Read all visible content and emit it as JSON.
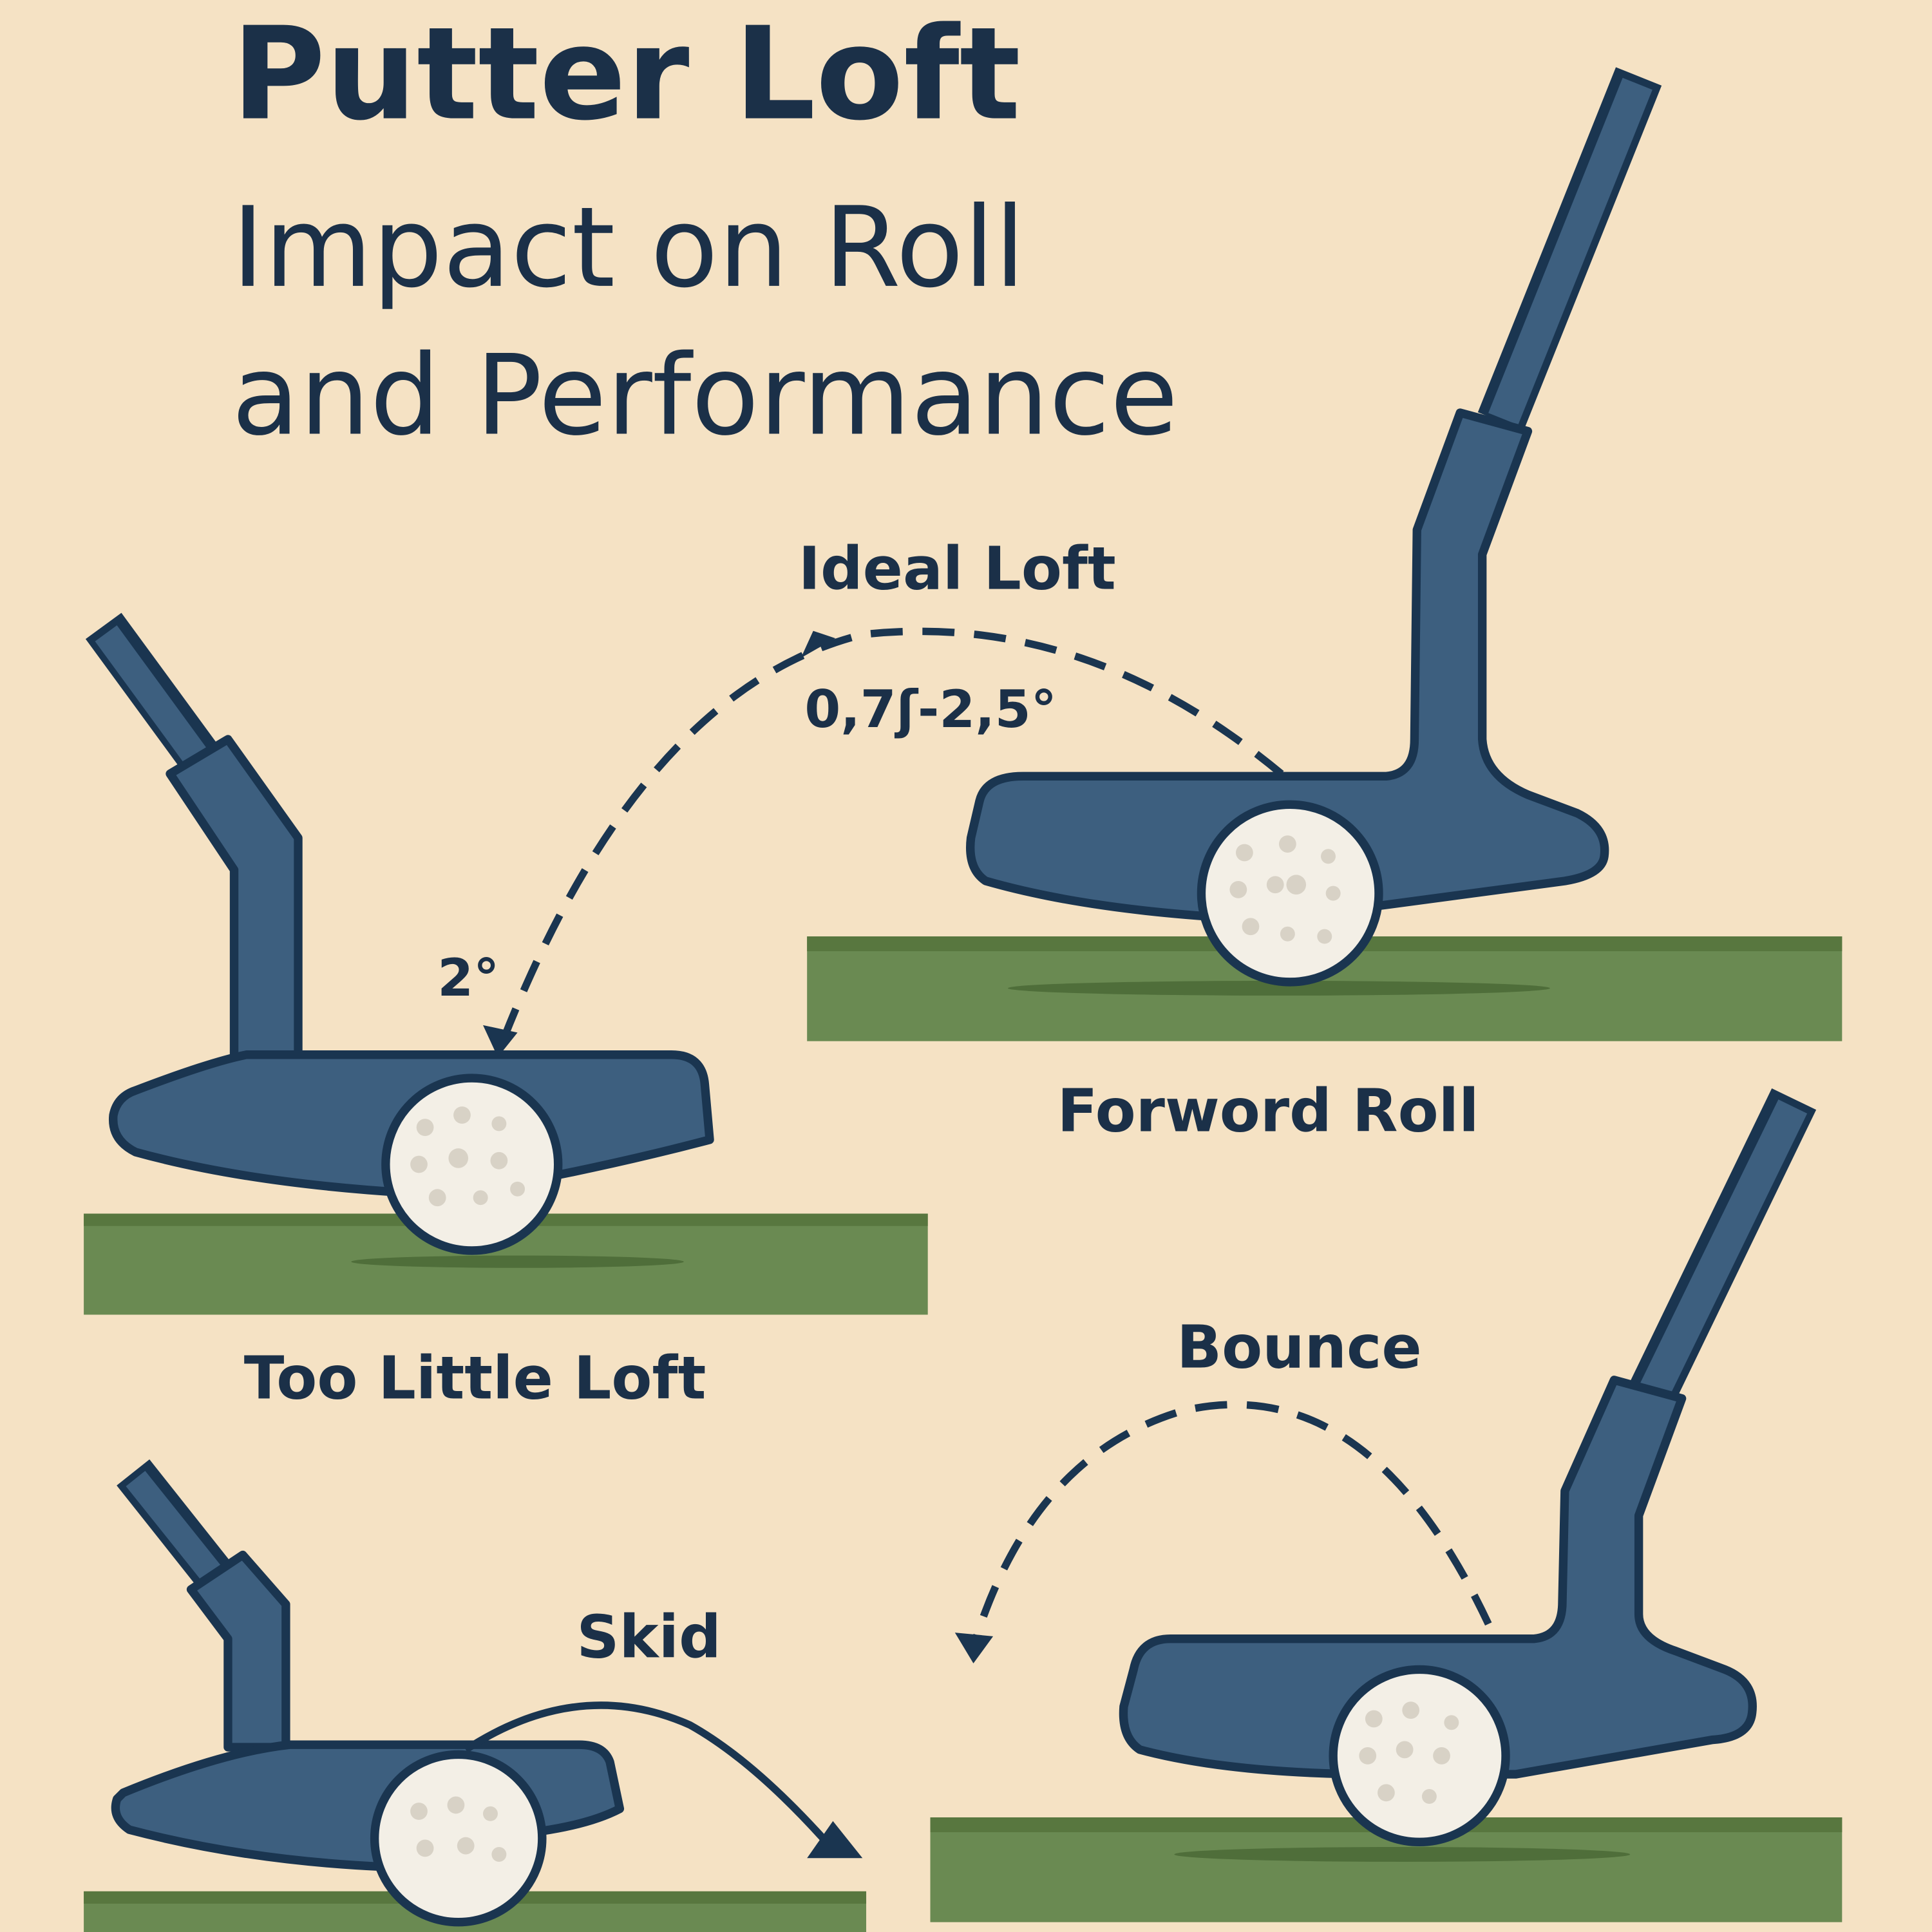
{
  "title": {
    "main": "Putter Loft",
    "line2": "Impact on Roll",
    "line3": "and Performance"
  },
  "labels": {
    "ideal_loft": "Ideal Loft",
    "ideal_range": "0,7ʃ-2,5°",
    "two_degrees": "2°",
    "forward_roll": "Forword Roll",
    "too_little_loft": "Too Little Loft",
    "bounce": "Bounce",
    "skid": "Skid"
  },
  "colors": {
    "background": "#f5e2c4",
    "putter": "#3d5f7f",
    "outline": "#1a3550",
    "green": "#6a8a52",
    "ball": "#f3efe6"
  }
}
